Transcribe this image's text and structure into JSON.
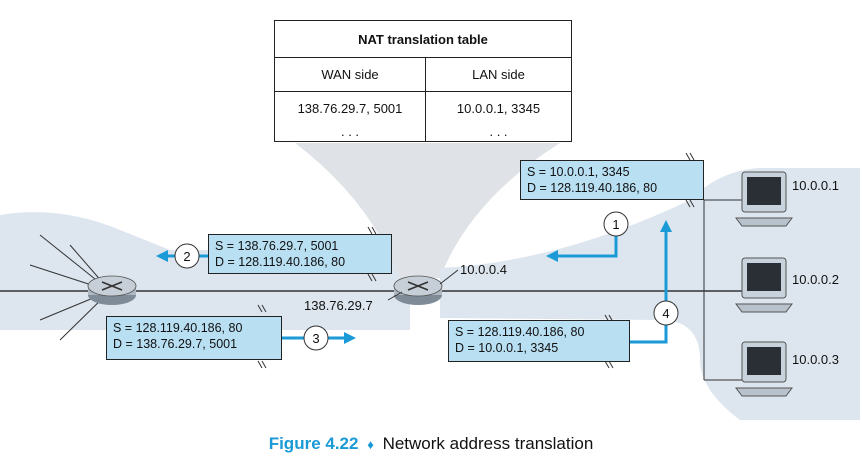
{
  "nat_table": {
    "title": "NAT translation table",
    "col_wan": "WAN side",
    "col_lan": "LAN side",
    "row1_wan": "138.76.29.7, 5001",
    "row1_lan": "10.0.0.1, 3345",
    "row2_wan": ". . .",
    "row2_lan": ". . ."
  },
  "packets": {
    "p1_src": "S = 10.0.0.1, 3345",
    "p1_dst": "D = 128.119.40.186, 80",
    "p2_src": "S = 138.76.29.7, 5001",
    "p2_dst": "D = 128.119.40.186, 80",
    "p3_src": "S = 128.119.40.186, 80",
    "p3_dst": "D = 138.76.29.7, 5001",
    "p4_src": "S = 128.119.40.186, 80",
    "p4_dst": "D = 10.0.0.1, 3345"
  },
  "steps": {
    "s1": "1",
    "s2": "2",
    "s3": "3",
    "s4": "4"
  },
  "addresses": {
    "router_lan": "10.0.0.4",
    "router_wan": "138.76.29.7",
    "host1": "10.0.0.1",
    "host2": "10.0.0.2",
    "host3": "10.0.0.3"
  },
  "caption": {
    "figure": "Figure 4.22",
    "separator": "♦",
    "text": "Network address translation"
  },
  "colors": {
    "accent": "#1a9ad6",
    "packet_fill": "#b9dff3",
    "cloud": "#dbe4ee",
    "router": "#9aa7b3"
  }
}
